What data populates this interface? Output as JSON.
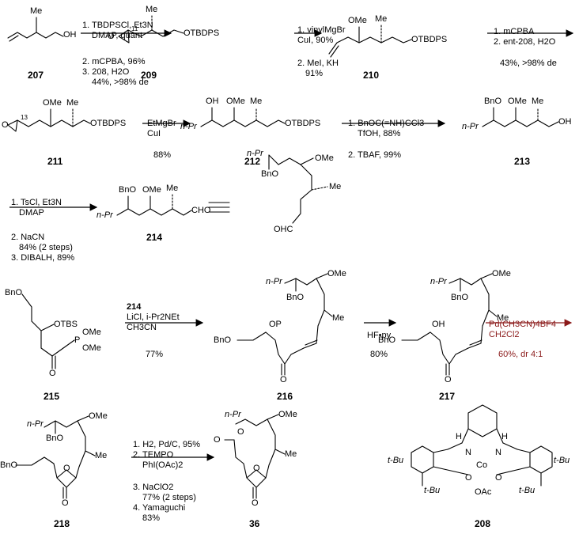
{
  "compounds": {
    "c207": "207",
    "c209": "209",
    "c210": "210",
    "c211": "211",
    "c212": "212",
    "c213": "213",
    "c214": "214",
    "c215": "215",
    "c216": "216",
    "c217": "217",
    "c218": "218",
    "c36": "36",
    "c208": "208"
  },
  "atom_labels": {
    "me": "Me",
    "ome": "OMe",
    "oh": "OH",
    "otbdps": "OTBDPS",
    "bno": "BnO",
    "bn_o": "BnO",
    "npr": "n-Pr",
    "o": "O",
    "cho": "CHO",
    "ohc": "OHC",
    "otbs": "OTBS",
    "op": "OP",
    "p": "P",
    "h": "H",
    "n": "N",
    "co": "Co",
    "oac": "OAc",
    "tbu": "t-Bu",
    "c11": "11",
    "c13": "13"
  },
  "reagents": {
    "step1": [
      "1. TBDPSCl, Et3N",
      "DMAP, quant",
      "2. mCPBA, 96%",
      "3. 208, H2O",
      "44%, >98% de"
    ],
    "step2": [
      "1. vinylMgBr",
      "CuI, 90%",
      "2. MeI, KH",
      "91%"
    ],
    "step3": [
      "1. mCPBA",
      "2. ent-208, H2O",
      "43%, >98% de"
    ],
    "step4": [
      "EtMgBr",
      "CuI",
      "88%"
    ],
    "step5": [
      "1. BnOC(=NH)CCl3",
      "TfOH, 88%",
      "2. TBAF, 99%"
    ],
    "step6": [
      "1. TsCl, Et3N",
      "DMAP",
      "2. NaCN",
      "84% (2 steps)",
      "3. DIBALH, 89%"
    ],
    "step7": [
      "214",
      "LiCl, i-Pr2NEt",
      "CH3CN",
      "77%"
    ],
    "step8": [
      "HF•py",
      "80%"
    ],
    "step9": [
      "Pd(CH3CN)4BF4",
      "CH2Cl2",
      "60%, dr 4:1"
    ],
    "step10": [
      "1. H2, Pd/C, 95%",
      "2. TEMPO",
      "PhI(OAc)2",
      "3. NaClO2",
      "77% (2 steps)",
      "4. Yamaguchi",
      "83%"
    ]
  },
  "colors": {
    "highlight": "#8b1a1a",
    "ink": "#000000"
  }
}
